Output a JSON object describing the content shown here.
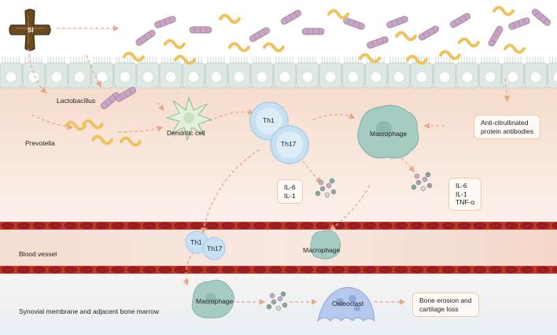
{
  "labels": {
    "lactobacillus": "Lactobacillus",
    "prevotella": "Prevotella",
    "dendritic_cell": "Dendritic cell",
    "th1_top": "Th1",
    "th17_top": "Th17",
    "macrophage_top": "Macrophage",
    "anti_citrullinated_line1": "Anti-citrullinated",
    "anti_citrullinated_line2": "protein antibodies",
    "cytokines_left": [
      "IL-6",
      "IL-1"
    ],
    "cytokines_right": [
      "IL-6",
      "IL-1",
      "TNF-α"
    ],
    "blood_vessel": "Blood vessel",
    "th1_vessel": "Th1",
    "th17_vessel": "Th17",
    "macrophage_vessel": "Macrophage",
    "synovial": "Synovial membrane and adjacent bone marrow",
    "macrophage_bottom": "Macrophage",
    "osteoclast": "Osteoclast",
    "bone_erosion_line1": "Bone erosion and",
    "bone_erosion_line2": "cartilage loss",
    "si_icon": "SI"
  },
  "colors": {
    "lumen": "#ffffff",
    "epithelium": "#dfe9e3",
    "lamina": "#f8e6da",
    "vessel_red": "#b3262b",
    "synovial": "#eef4f8",
    "bacteria_purple": "#c9a5c5",
    "bacteria_yellow": "#ecc35c",
    "th_cell": "#c7e0f2",
    "macrophage": "#a6cbc3",
    "arrow": "#e8a98a"
  }
}
